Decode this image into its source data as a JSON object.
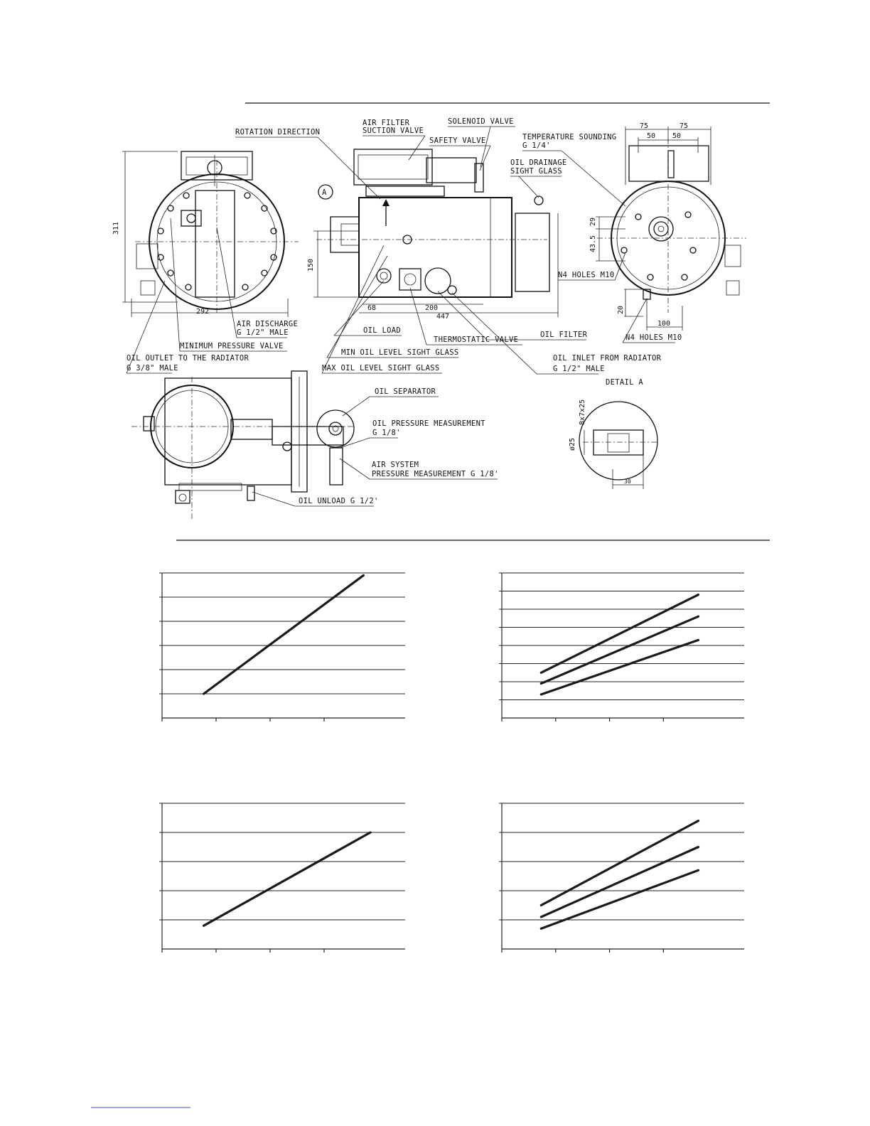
{
  "labels": {
    "rotation_direction": "ROTATION DIRECTION",
    "air_filter": "AIR FILTER",
    "suction_valve": "SUCTION VALVE",
    "solenoid_valve": "SOLENOID VALVE",
    "safety_valve": "SAFETY VALVE",
    "temperature_sounding": "TEMPERATURE SOUNDING",
    "temperature_sounding_size": "G 1/4'",
    "oil_drainage": "OIL DRAINAGE",
    "sight_glass": "SIGHT GLASS",
    "detail_marker": "A",
    "n4_holes_side": "N4 HOLES M10",
    "n4_holes_front": "N4 HOLES M10",
    "air_discharge": "AIR DISCHARGE",
    "air_discharge_size": "G 1/2\" MALE",
    "minimum_pressure_valve": "MINIMUM PRESSURE VALVE",
    "oil_outlet": "OIL OUTLET TO THE RADIATOR",
    "oil_outlet_size": "G 3/8\" MALE",
    "oil_load": "OIL LOAD",
    "min_oil_level": "MIN OIL LEVEL SIGHT GLASS",
    "max_oil_level": "MAX OIL LEVEL SIGHT GLASS",
    "thermostatic_valve": "THERMOSTATIC VALVE",
    "oil_filter": "OIL FILTER",
    "oil_inlet": "OIL INLET FROM RADIATOR",
    "oil_inlet_size": "G 1/2\" MALE",
    "detail_a": "DETAIL  A",
    "oil_separator": "OIL SEPARATOR",
    "oil_pressure_measurement": "OIL PRESSURE MEASUREMENT",
    "oil_pressure_size": "G 1/8'",
    "air_system": "AIR SYSTEM",
    "air_system_pressure": "PRESSURE MEASUREMENT G 1/8'",
    "oil_unload": "OIL UNLOAD G 1/2'"
  },
  "dimensions": {
    "height_311": "311",
    "width_292": "292",
    "height_150": "150",
    "dim_68": "68",
    "dim_200": "200",
    "dim_447": "447",
    "dim_75_left": "75",
    "dim_75_right": "75",
    "dim_50_left": "50",
    "dim_50_right": "50",
    "dim_29": "29",
    "dim_43_5": "43.5",
    "dim_20": "20",
    "dim_100": "100",
    "detail_8x7x25": "8x7x25",
    "detail_dia25": "ø25",
    "detail_30": "30"
  },
  "chart_data": [
    {
      "type": "line",
      "title": "",
      "xlabel": "",
      "ylabel": "",
      "x_ticks": 4,
      "y_gridlines": 6,
      "series": [
        {
          "values": [
            [
              0.6,
              1.0
            ],
            [
              2.9,
              5.9
            ]
          ]
        }
      ]
    },
    {
      "type": "line",
      "title": "",
      "xlabel": "",
      "ylabel": "",
      "x_ticks": 4,
      "y_gridlines": 8,
      "series": [
        {
          "values": [
            [
              0.6,
              2.5
            ],
            [
              3.0,
              6.8
            ]
          ]
        },
        {
          "values": [
            [
              0.6,
              1.9
            ],
            [
              3.0,
              5.6
            ]
          ]
        },
        {
          "values": [
            [
              0.6,
              1.3
            ],
            [
              3.0,
              4.3
            ]
          ]
        }
      ]
    },
    {
      "type": "line",
      "title": "",
      "xlabel": "",
      "ylabel": "",
      "x_ticks": 4,
      "y_gridlines": 5,
      "series": [
        {
          "values": [
            [
              0.6,
              0.8
            ],
            [
              3.0,
              4.0
            ]
          ]
        }
      ]
    },
    {
      "type": "line",
      "title": "",
      "xlabel": "",
      "ylabel": "",
      "x_ticks": 4,
      "y_gridlines": 5,
      "series": [
        {
          "values": [
            [
              0.6,
              1.5
            ],
            [
              3.0,
              4.4
            ]
          ]
        },
        {
          "values": [
            [
              0.6,
              1.1
            ],
            [
              3.0,
              3.5
            ]
          ]
        },
        {
          "values": [
            [
              0.6,
              0.7
            ],
            [
              3.0,
              2.7
            ]
          ]
        }
      ]
    }
  ]
}
